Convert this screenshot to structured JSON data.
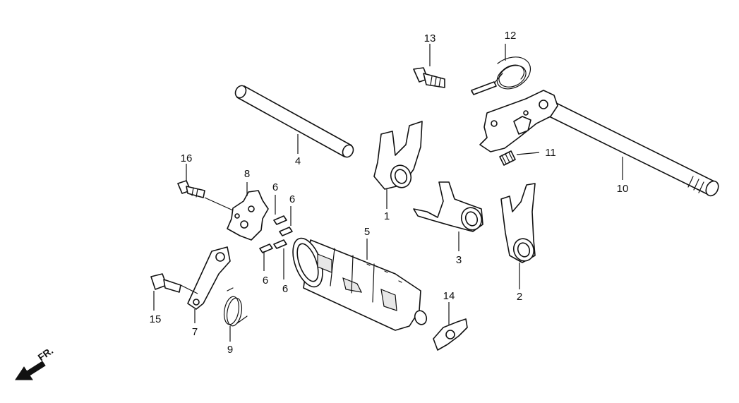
{
  "direction": {
    "label": "FR."
  },
  "callouts": {
    "c1": "1",
    "c2": "2",
    "c3": "3",
    "c4": "4",
    "c5": "5",
    "c6a": "6",
    "c6b": "6",
    "c6c": "6",
    "c6d": "6",
    "c7": "7",
    "c8": "8",
    "c9": "9",
    "c10": "10",
    "c11": "11",
    "c12": "12",
    "c13": "13",
    "c14": "14",
    "c15": "15",
    "c16": "16"
  }
}
